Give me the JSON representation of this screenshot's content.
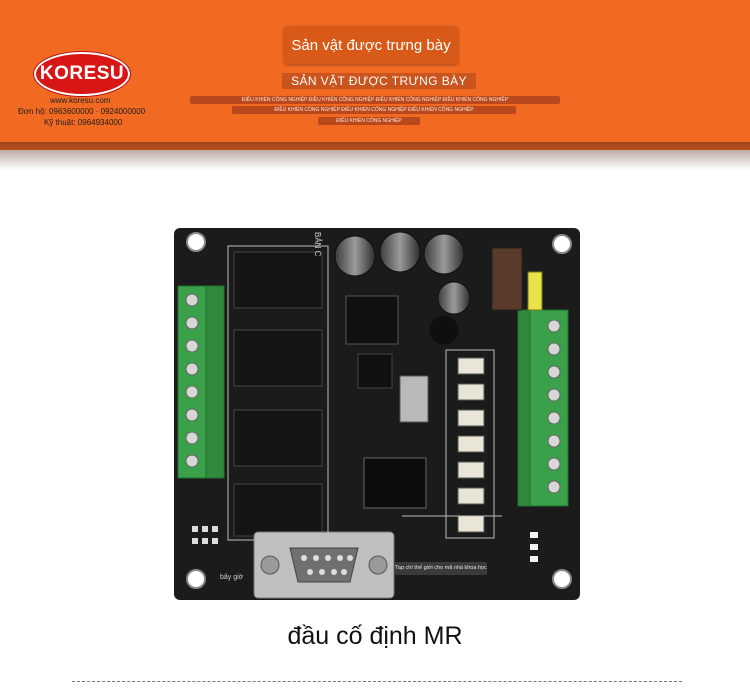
{
  "header": {
    "logo_text": "KORESU",
    "logo_url": "www.koresu.com",
    "logo_line_1": "Đơn hộ: 0963600000 · 0924000000",
    "logo_line_2": "Kỹ thuật: 0964934000",
    "title": "Sản vật được trưng bày",
    "subtitle": "SẢN VẬT ĐƯỢC TRƯNG BÀY",
    "ribbon_1": "ĐIỀU KHIỂN CÔNG NGHIỆP ĐIỀU KHIỂN CÔNG NGHIỆP ĐIỀU KHIỂN CÔNG NGHIỆP ĐIỀU KHIỂN CÔNG NGHIỆP",
    "ribbon_2": "ĐIỀU KHIỂN CÔNG NGHIỆP ĐIỀU KHIỂN CÔNG NGHIỆP ĐIỀU KHIỂN CÔNG NGHIỆP",
    "ribbon_3": "ĐIỀU KHIỂN CÔNG NGHIỆP"
  },
  "board": {
    "tooltip": "Tap chí thế giới cho mã nhà khoa học",
    "label_banc": "BẢN C",
    "label_bay_gio": "bây giờ"
  },
  "caption": "đầu cố định MR",
  "colors": {
    "banner": "#f26a22",
    "logo_red": "#d81616",
    "board": "#1b1b1b",
    "terminal": "#3aa14a"
  }
}
